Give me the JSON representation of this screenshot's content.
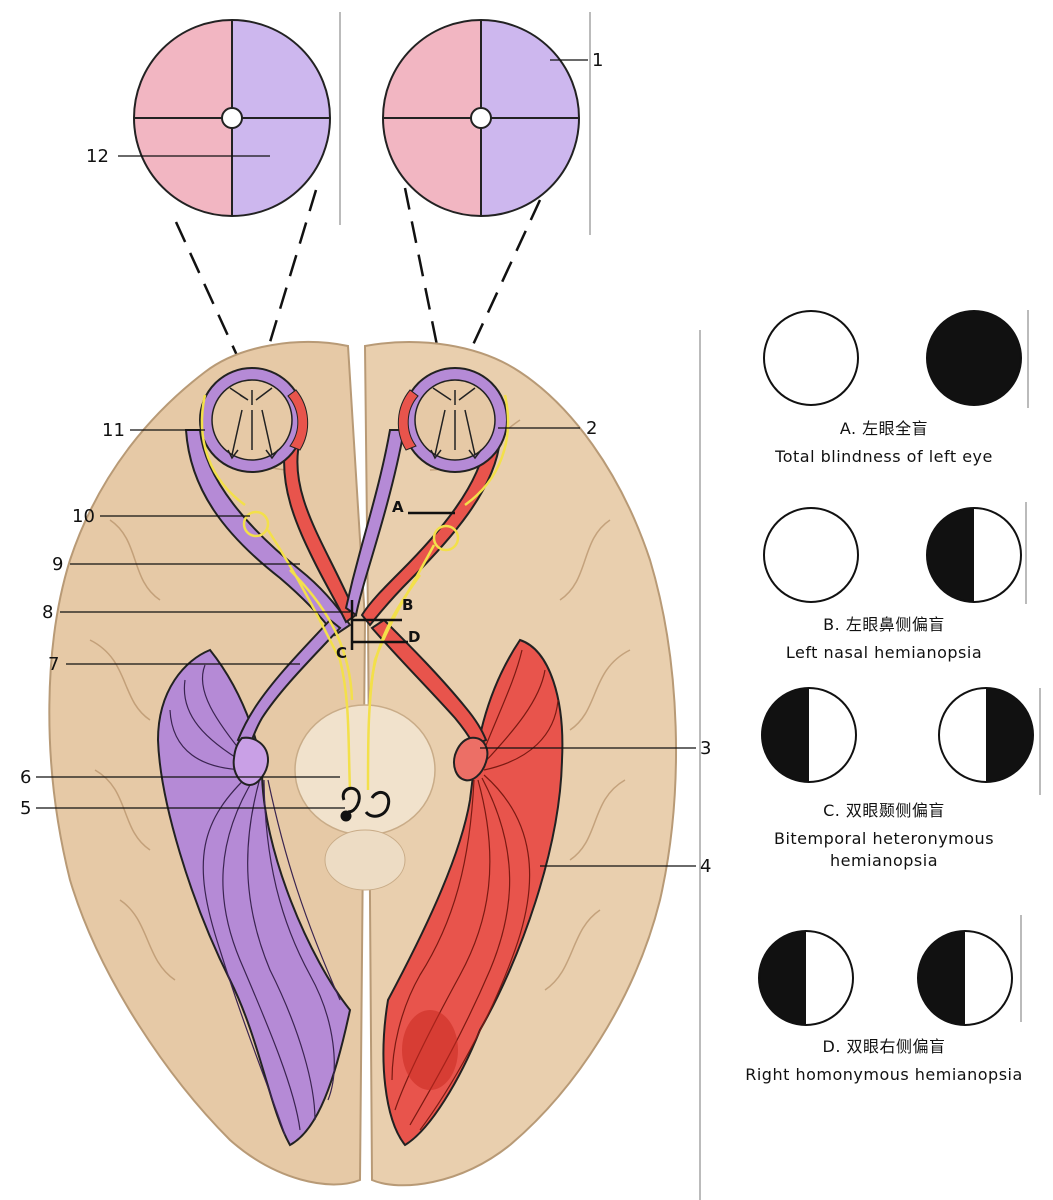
{
  "colors": {
    "nasal_field": "#f2b6c2",
    "temporal_field": "#cdb7ee",
    "purple_pathway": "#b58ad6",
    "red_pathway": "#e8544c",
    "brain_tissue": "#e9cfae",
    "optic_ring": "#f3e04a",
    "blind": "#111111"
  },
  "labels": {
    "n1": "1",
    "n2": "2",
    "n3": "3",
    "n4": "4",
    "n5": "5",
    "n6": "6",
    "n7": "7",
    "n8": "8",
    "n9": "9",
    "n10": "10",
    "n11": "11",
    "n12": "12"
  },
  "lesions": {
    "a": "A",
    "b": "B",
    "c": "C",
    "d": "D"
  },
  "panels": [
    {
      "letter_cn": "A. 左眼全盲",
      "en": "Total blindness of left eye"
    },
    {
      "letter_cn": "B. 左眼鼻侧偏盲",
      "en": "Left nasal hemianopsia"
    },
    {
      "letter_cn": "C. 双眼颞侧偏盲",
      "en": "Bitemporal heteronymous",
      "en2": "hemianopsia"
    },
    {
      "letter_cn": "D. 双眼右侧偏盲",
      "en": "Right homonymous hemianopsia"
    }
  ]
}
